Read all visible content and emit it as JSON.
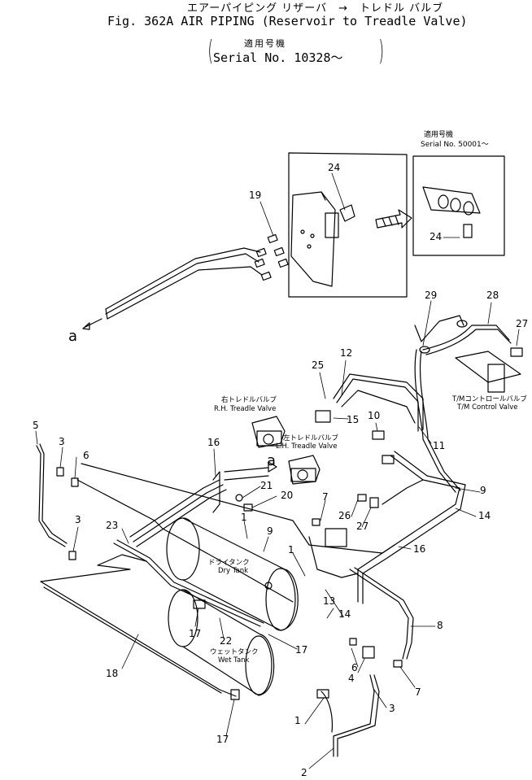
{
  "header": {
    "title_jp": "エアーパイピング リザーバ　→　トレドル バルブ",
    "title": "Fig. 362A   AIR PIPING  (Reservoir to Treadle Valve)",
    "serial_jp": "適用号機",
    "serial": "Serial No. 10328～",
    "paren_l": "(",
    "paren_r": ")"
  },
  "inset": {
    "serial_jp": "適用号機",
    "serial": "Serial No. 50001～"
  },
  "labels": {
    "rh_valve_jp": "右トレドルバルブ",
    "rh_valve": "R.H. Treadle Valve",
    "lh_valve_jp": "左トレドルバルブ",
    "lh_valve": "L.H. Treadle Valve",
    "tm_valve_jp": "T/Mコントロールバルブ",
    "tm_valve": "T/M Control Valve",
    "dry_tank_jp": "ドライタンク",
    "dry_tank": "Dry Tank",
    "wet_tank_jp": "ウェットタンク",
    "wet_tank": "Wet Tank",
    "ref_a_left": "a",
    "ref_a_mid": "a"
  },
  "callouts": {
    "n1a": "1",
    "n1b": "1",
    "n1c": "1",
    "n2": "2",
    "n3a": "3",
    "n3b": "3",
    "n3c": "3",
    "n4": "4",
    "n5": "5",
    "n6a": "6",
    "n6b": "6",
    "n7a": "7",
    "n7b": "7",
    "n8": "8",
    "n9a": "9",
    "n9b": "9",
    "n10": "10",
    "n11": "11",
    "n12": "12",
    "n13": "13",
    "n14a": "14",
    "n14b": "14",
    "n15": "15",
    "n16a": "16",
    "n16b": "16",
    "n17a": "17",
    "n17b": "17",
    "n17c": "17",
    "n18": "18",
    "n19": "19",
    "n20": "20",
    "n21": "21",
    "n22": "22",
    "n23": "23",
    "n24a": "24",
    "n24b": "24",
    "n25": "25",
    "n26": "26",
    "n27a": "27",
    "n27b": "27",
    "n28": "28",
    "n29": "29"
  }
}
